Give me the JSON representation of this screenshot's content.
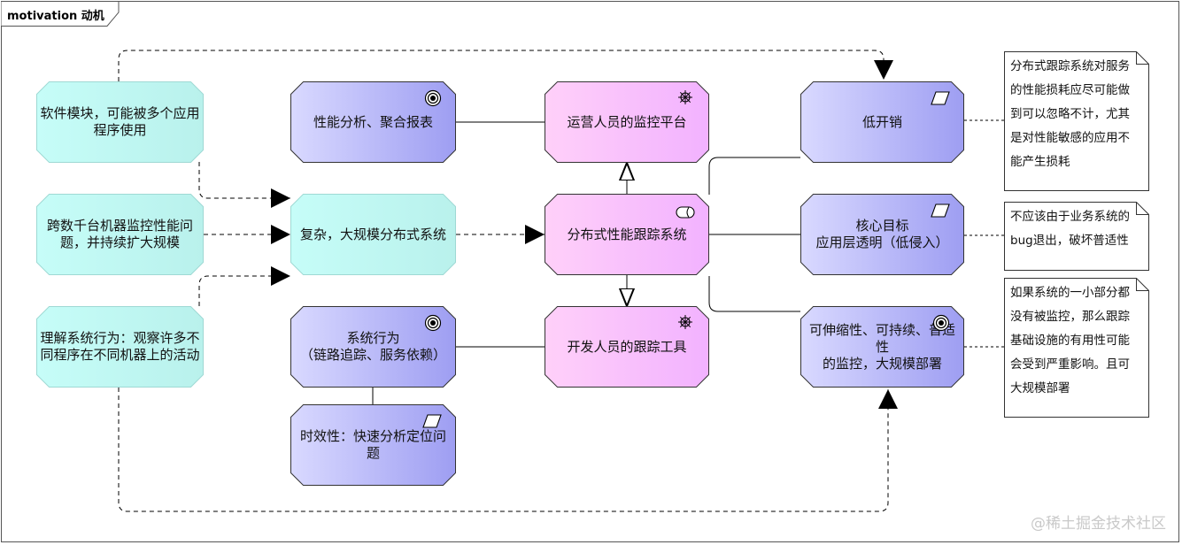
{
  "frame": {
    "title": "motivation 动机"
  },
  "colors": {
    "cyan": "#c6fdf8",
    "cyan_dark": "#b9f1ec",
    "pink_light": "#ffd0f9",
    "pink_dark": "#f2b2ff",
    "blue_light": "#d9d9ff",
    "blue_dark": "#9e9ef2",
    "line": "#000000"
  },
  "nodes": {
    "drivers": {
      "module": "软件模块，可能被多个应用\n程序使用",
      "scale": "跨数千台机器监控性能问\n题，并持续扩大规模",
      "behavior": "理解系统行为：观察许多不\n同程序在不同机器上的活动"
    },
    "complex": "复杂，大规模分布式系统",
    "goals": {
      "perf": "性能分析、聚合报表",
      "system_behavior": "系统行为\n（链路追踪、服务依赖）"
    },
    "timeliness": "时效性：快速分析定位问题",
    "stakeholders": {
      "ops": "运营人员的监控平台",
      "dev": "开发人员的跟踪工具"
    },
    "tracing_system": "分布式性能跟踪系统",
    "principles": {
      "low_overhead": "低开销",
      "core_goal": "核心目标\n应用层透明（低侵入）",
      "scalable": "可伸缩性、可持续、普适性\n的监控，大规模部署"
    }
  },
  "notes": {
    "overhead": "分布式跟踪系统对服务\n的性能损耗应尽可能做\n到可以忽略不计，尤其\n是对性能敏感的应用不\n能产生损耗",
    "transparency": "不应该由于业务系统的\nbug退出，破坏普适性",
    "coverage": "如果系统的一小部分都\n没有被监控，那么跟踪\n基础设施的有用性可能\n会受到严重影响。且可\n大规模部署"
  },
  "icons": {
    "goal": "goal-icon",
    "stakeholder": "stakeholder-icon",
    "principle": "principle-icon",
    "service": "application-service-icon"
  },
  "watermark": "@稀土掘金技术社区"
}
